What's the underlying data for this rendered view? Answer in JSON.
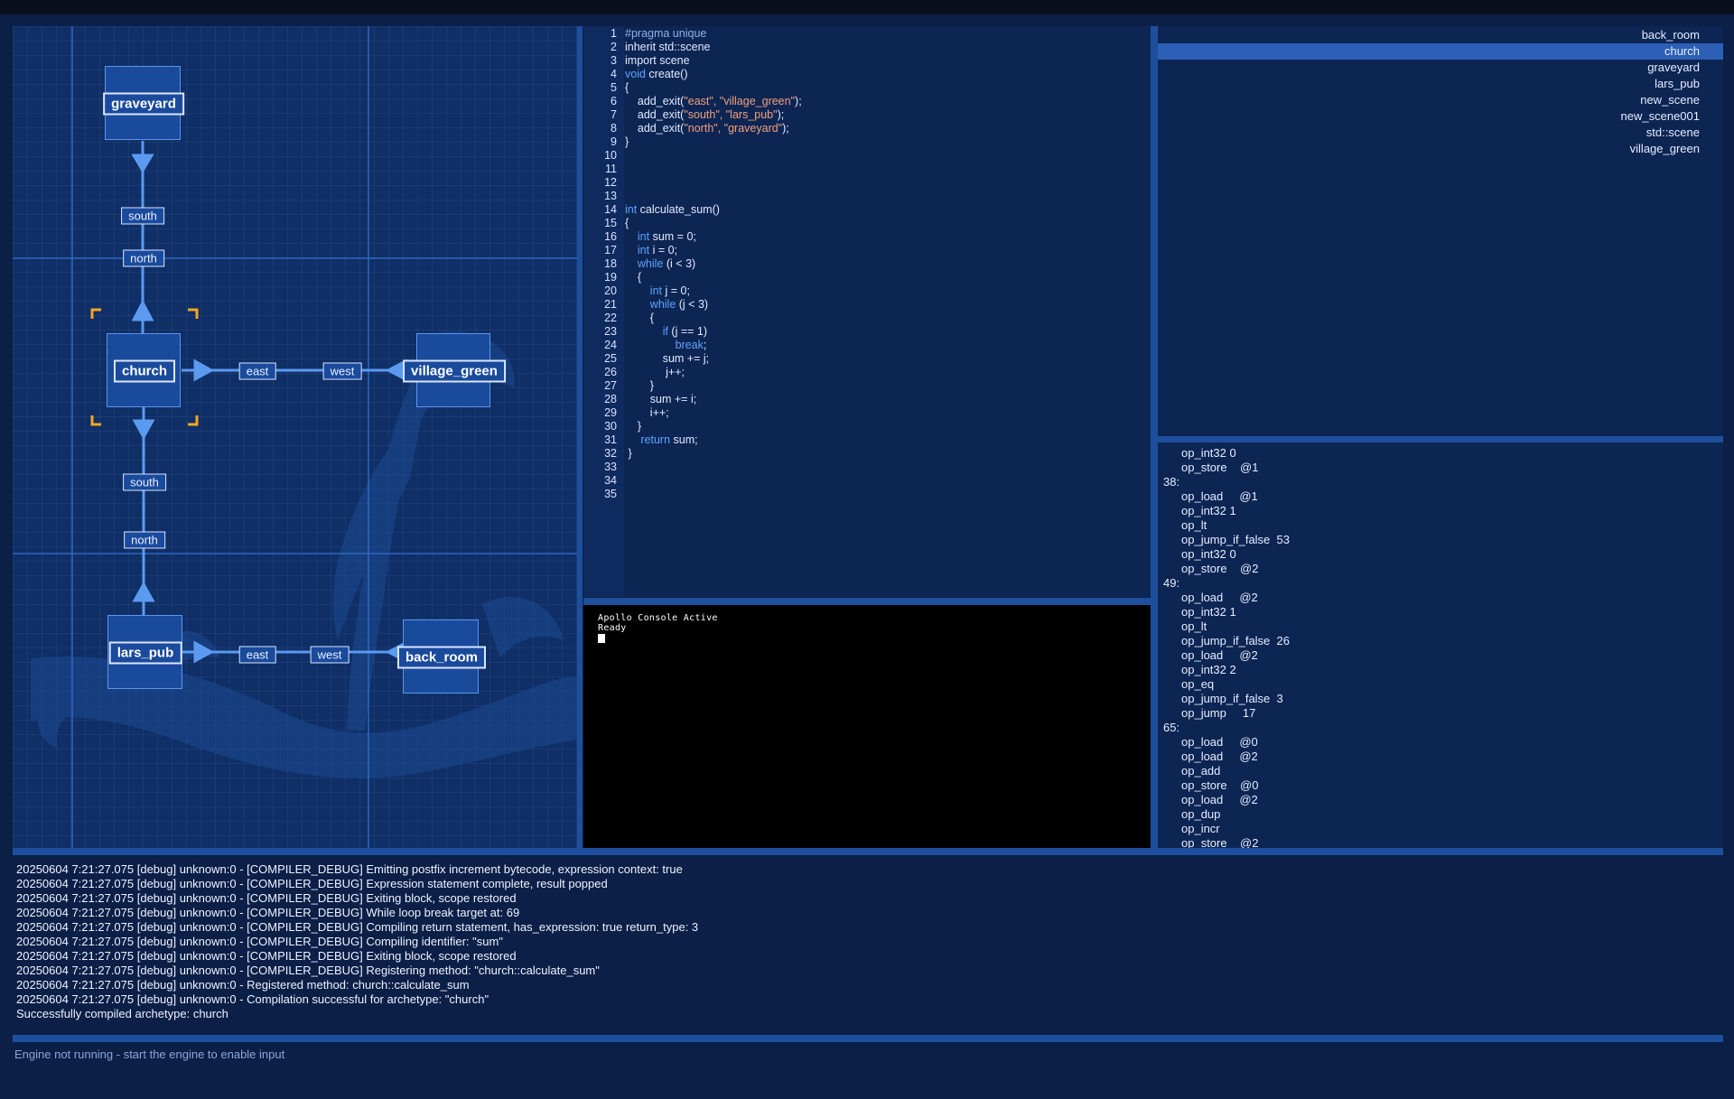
{
  "graph": {
    "nodes": [
      {
        "id": "graveyard",
        "label": "graveyard"
      },
      {
        "id": "church",
        "label": "church",
        "selected": true
      },
      {
        "id": "village_green",
        "label": "village_green"
      },
      {
        "id": "lars_pub",
        "label": "lars_pub"
      },
      {
        "id": "back_room",
        "label": "back_room"
      }
    ],
    "edge_labels": [
      {
        "id": "graveyard_south",
        "label": "south"
      },
      {
        "id": "church_north",
        "label": "north"
      },
      {
        "id": "church_east",
        "label": "east"
      },
      {
        "id": "village_green_west",
        "label": "west"
      },
      {
        "id": "church_south",
        "label": "south"
      },
      {
        "id": "lars_pub_north",
        "label": "north"
      },
      {
        "id": "lars_pub_east",
        "label": "east"
      },
      {
        "id": "back_room_west",
        "label": "west"
      }
    ]
  },
  "editor": {
    "line_numbers": [
      "1",
      "2",
      "3",
      "4",
      "5",
      "6",
      "7",
      "8",
      "9",
      "10",
      "11",
      "12",
      "13",
      "14",
      "15",
      "16",
      "17",
      "18",
      "19",
      "20",
      "21",
      "22",
      "23",
      "24",
      "25",
      "26",
      "27",
      "28",
      "29",
      "30",
      "31",
      "32",
      "33",
      "34",
      "35"
    ],
    "lines": [
      {
        "indent": "",
        "tokens": [
          {
            "t": "#pragma unique",
            "c": "cm"
          }
        ]
      },
      {
        "indent": "",
        "tokens": [
          {
            "t": "inherit std::scene",
            "c": ""
          }
        ]
      },
      {
        "indent": "",
        "tokens": [
          {
            "t": "import scene",
            "c": ""
          }
        ]
      },
      {
        "indent": "",
        "tokens": [
          {
            "t": "void",
            "c": "kw"
          },
          {
            "t": " create()",
            "c": ""
          }
        ]
      },
      {
        "indent": "",
        "tokens": [
          {
            "t": "{",
            "c": ""
          }
        ]
      },
      {
        "indent": "    ",
        "tokens": [
          {
            "t": "add_exit(",
            "c": ""
          },
          {
            "t": "\"east\", \"village_green\"",
            "c": "str"
          },
          {
            "t": ");",
            "c": ""
          }
        ]
      },
      {
        "indent": "    ",
        "tokens": [
          {
            "t": "add_exit(",
            "c": ""
          },
          {
            "t": "\"south\", \"lars_pub\"",
            "c": "str"
          },
          {
            "t": ");",
            "c": ""
          }
        ]
      },
      {
        "indent": "    ",
        "tokens": [
          {
            "t": "add_exit(",
            "c": ""
          },
          {
            "t": "\"north\", \"graveyard\"",
            "c": "str"
          },
          {
            "t": ");",
            "c": ""
          }
        ]
      },
      {
        "indent": "",
        "tokens": [
          {
            "t": "}",
            "c": ""
          }
        ]
      },
      {
        "indent": "",
        "tokens": []
      },
      {
        "indent": "",
        "tokens": []
      },
      {
        "indent": "",
        "tokens": []
      },
      {
        "indent": "",
        "tokens": []
      },
      {
        "indent": "",
        "tokens": [
          {
            "t": "int",
            "c": "kw"
          },
          {
            "t": " calculate_sum()",
            "c": ""
          }
        ]
      },
      {
        "indent": "",
        "tokens": [
          {
            "t": "{",
            "c": ""
          }
        ]
      },
      {
        "indent": "    ",
        "tokens": [
          {
            "t": "int",
            "c": "kw"
          },
          {
            "t": " sum = 0;",
            "c": ""
          }
        ]
      },
      {
        "indent": "    ",
        "tokens": [
          {
            "t": "int",
            "c": "kw"
          },
          {
            "t": " i = 0;",
            "c": ""
          }
        ]
      },
      {
        "indent": "    ",
        "tokens": [
          {
            "t": "while",
            "c": "kw"
          },
          {
            "t": " (i < 3)",
            "c": ""
          }
        ]
      },
      {
        "indent": "    ",
        "tokens": [
          {
            "t": "{",
            "c": ""
          }
        ]
      },
      {
        "indent": "        ",
        "tokens": [
          {
            "t": "int",
            "c": "kw"
          },
          {
            "t": " j = 0;",
            "c": ""
          }
        ]
      },
      {
        "indent": "        ",
        "tokens": [
          {
            "t": "while",
            "c": "kw"
          },
          {
            "t": " (j < 3)",
            "c": ""
          }
        ]
      },
      {
        "indent": "        ",
        "tokens": [
          {
            "t": "{",
            "c": ""
          }
        ]
      },
      {
        "indent": "            ",
        "tokens": [
          {
            "t": "if",
            "c": "kw"
          },
          {
            "t": " (j == 1)",
            "c": ""
          }
        ]
      },
      {
        "indent": "                ",
        "tokens": [
          {
            "t": "break",
            "c": "kw"
          },
          {
            "t": ";",
            "c": ""
          }
        ]
      },
      {
        "indent": "            ",
        "tokens": [
          {
            "t": "sum += j;",
            "c": ""
          }
        ]
      },
      {
        "indent": "             ",
        "tokens": [
          {
            "t": "j++;",
            "c": ""
          }
        ]
      },
      {
        "indent": "        ",
        "tokens": [
          {
            "t": "}",
            "c": ""
          }
        ]
      },
      {
        "indent": "        ",
        "tokens": [
          {
            "t": "sum += i;",
            "c": ""
          }
        ]
      },
      {
        "indent": "        ",
        "tokens": [
          {
            "t": "i++;",
            "c": ""
          }
        ]
      },
      {
        "indent": "    ",
        "tokens": [
          {
            "t": "}",
            "c": ""
          }
        ]
      },
      {
        "indent": "     ",
        "tokens": [
          {
            "t": "return",
            "c": "kw"
          },
          {
            "t": " sum;",
            "c": ""
          }
        ]
      },
      {
        "indent": " ",
        "tokens": [
          {
            "t": "}",
            "c": ""
          }
        ]
      },
      {
        "indent": "",
        "tokens": []
      },
      {
        "indent": "",
        "tokens": []
      },
      {
        "indent": "",
        "tokens": []
      }
    ]
  },
  "console": {
    "lines": [
      "Apollo Console Active",
      "Ready"
    ]
  },
  "archetypes": {
    "items": [
      "back_room",
      "church",
      "graveyard",
      "lars_pub",
      "new_scene",
      "new_scene001",
      "std::scene",
      "village_green"
    ],
    "selected": "church"
  },
  "bytecode": {
    "lines": [
      {
        "label": false,
        "text": "op_int32 0"
      },
      {
        "label": false,
        "text": "op_store    @1"
      },
      {
        "label": true,
        "text": "38:"
      },
      {
        "label": false,
        "text": "op_load     @1"
      },
      {
        "label": false,
        "text": "op_int32 1"
      },
      {
        "label": false,
        "text": "op_lt"
      },
      {
        "label": false,
        "text": "op_jump_if_false  53"
      },
      {
        "label": false,
        "text": "op_int32 0"
      },
      {
        "label": false,
        "text": "op_store    @2"
      },
      {
        "label": true,
        "text": "49:"
      },
      {
        "label": false,
        "text": "op_load     @2"
      },
      {
        "label": false,
        "text": "op_int32 1"
      },
      {
        "label": false,
        "text": "op_lt"
      },
      {
        "label": false,
        "text": "op_jump_if_false  26"
      },
      {
        "label": false,
        "text": "op_load     @2"
      },
      {
        "label": false,
        "text": "op_int32 2"
      },
      {
        "label": false,
        "text": "op_eq"
      },
      {
        "label": false,
        "text": "op_jump_if_false  3"
      },
      {
        "label": false,
        "text": "op_jump     17"
      },
      {
        "label": true,
        "text": "65:"
      },
      {
        "label": false,
        "text": "op_load     @0"
      },
      {
        "label": false,
        "text": "op_load     @2"
      },
      {
        "label": false,
        "text": "op_add"
      },
      {
        "label": false,
        "text": "op_store    @0"
      },
      {
        "label": false,
        "text": "op_load     @2"
      },
      {
        "label": false,
        "text": "op_dup"
      },
      {
        "label": false,
        "text": "op_incr"
      },
      {
        "label": false,
        "text": "op_store    @2"
      }
    ]
  },
  "log": {
    "lines": [
      "20250604 7:21:27.075 [debug] unknown:0 - [COMPILER_DEBUG] Emitting postfix increment bytecode, expression context: true",
      "20250604 7:21:27.075 [debug] unknown:0 - [COMPILER_DEBUG] Expression statement complete, result popped",
      "20250604 7:21:27.075 [debug] unknown:0 - [COMPILER_DEBUG] Exiting block, scope restored",
      "20250604 7:21:27.075 [debug] unknown:0 - [COMPILER_DEBUG] While loop break target at: 69",
      "20250604 7:21:27.075 [debug] unknown:0 - [COMPILER_DEBUG] Compiling return statement, has_expression: true return_type: 3",
      "20250604 7:21:27.075 [debug] unknown:0 - [COMPILER_DEBUG] Compiling identifier: \"sum\"",
      "20250604 7:21:27.075 [debug] unknown:0 - [COMPILER_DEBUG] Exiting block, scope restored",
      "20250604 7:21:27.075 [debug] unknown:0 - [COMPILER_DEBUG] Registering method: \"church::calculate_sum\"",
      "20250604 7:21:27.075 [debug] unknown:0 - Registered method: church::calculate_sum",
      "20250604 7:21:27.075 [debug] unknown:0 - Compilation successful for archetype: \"church\"",
      "Successfully compiled archetype: church"
    ]
  },
  "status": {
    "text": "Engine not running - start the engine to enable input"
  },
  "colors": {
    "accent": "#2c5fb5",
    "node_fill": "#1a4a9c",
    "edge": "#5b9af0",
    "selection": "#f5a623",
    "keyword": "#5ea2ff",
    "string": "#f0a07c"
  }
}
